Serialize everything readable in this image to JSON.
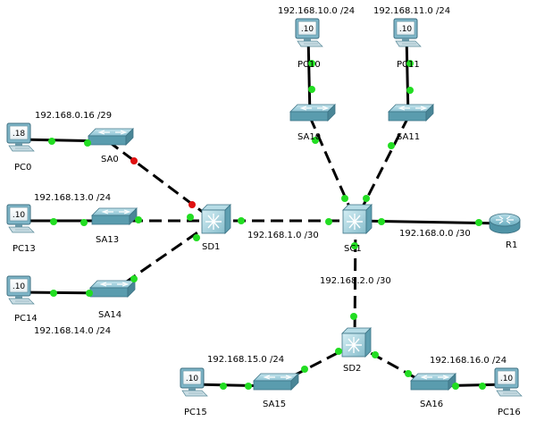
{
  "colors": {
    "link": "#000000",
    "port_up": "#22dd22",
    "port_down": "#e01010",
    "switch_top": "#9ed0dc",
    "switch_side": "#5a9cae",
    "router": "#6aaec0",
    "pc_body": "#7fb6c8"
  },
  "devices": {
    "PC0": {
      "label": "PC0",
      "screen": ".18"
    },
    "PC13": {
      "label": "PC13",
      "screen": ".10"
    },
    "PC14": {
      "label": "PC14",
      "screen": ".10"
    },
    "PC10": {
      "label": "PC10",
      "screen": ".10"
    },
    "PC11": {
      "label": "PC11",
      "screen": ".10"
    },
    "PC15": {
      "label": "PC15",
      "screen": ".10"
    },
    "PC16": {
      "label": "PC16",
      "screen": ".10"
    },
    "SA0": {
      "label": "SA0"
    },
    "SA13": {
      "label": "SA13"
    },
    "SA14": {
      "label": "SA14"
    },
    "SA10": {
      "label": "SA10"
    },
    "SA11": {
      "label": "SA11"
    },
    "SA15": {
      "label": "SA15"
    },
    "SA16": {
      "label": "SA16"
    },
    "SD1": {
      "label": "SD1"
    },
    "SC1": {
      "label": "SC1"
    },
    "SD2": {
      "label": "SD2"
    },
    "R1": {
      "label": "R1"
    }
  },
  "networks": {
    "n0": "192.168.0.16 /29",
    "n13": "192.168.13.0 /24",
    "n14": "192.168.14.0 /24",
    "n10": "192.168.10.0 /24",
    "n11": "192.168.11.0 /24",
    "n1": "192.168.1.0 /30",
    "n00": "192.168.0.0 /30",
    "n2": "192.168.2.0 /30",
    "n15": "192.168.15.0 /24",
    "n16": "192.168.16.0 /24"
  },
  "links": [
    {
      "from": "PC0",
      "to": "SA0",
      "style": "solid",
      "status": [
        "up",
        "up"
      ]
    },
    {
      "from": "SA0",
      "to": "SD1",
      "style": "dashed",
      "status": [
        "down",
        "down"
      ]
    },
    {
      "from": "PC13",
      "to": "SA13",
      "style": "solid",
      "status": [
        "up",
        "up"
      ]
    },
    {
      "from": "SA13",
      "to": "SD1",
      "style": "dashed",
      "status": [
        "up",
        "up"
      ]
    },
    {
      "from": "PC14",
      "to": "SA14",
      "style": "solid",
      "status": [
        "up",
        "up"
      ]
    },
    {
      "from": "SA14",
      "to": "SD1",
      "style": "dashed",
      "status": [
        "up",
        "up"
      ]
    },
    {
      "from": "SD1",
      "to": "SC1",
      "style": "dashed",
      "status": [
        "up",
        "up"
      ]
    },
    {
      "from": "PC10",
      "to": "SA10",
      "style": "solid",
      "status": [
        "up",
        "up"
      ]
    },
    {
      "from": "SA10",
      "to": "SC1",
      "style": "dashed",
      "status": [
        "up",
        "up"
      ]
    },
    {
      "from": "PC11",
      "to": "SA11",
      "style": "solid",
      "status": [
        "up",
        "up"
      ]
    },
    {
      "from": "SA11",
      "to": "SC1",
      "style": "dashed",
      "status": [
        "up",
        "up"
      ]
    },
    {
      "from": "SC1",
      "to": "R1",
      "style": "solid",
      "status": [
        "up",
        "up"
      ]
    },
    {
      "from": "SC1",
      "to": "SD2",
      "style": "dashed",
      "status": [
        "up",
        "up"
      ]
    },
    {
      "from": "SD2",
      "to": "SA15",
      "style": "dashed",
      "status": [
        "up",
        "up"
      ]
    },
    {
      "from": "PC15",
      "to": "SA15",
      "style": "solid",
      "status": [
        "up",
        "up"
      ]
    },
    {
      "from": "SD2",
      "to": "SA16",
      "style": "dashed",
      "status": [
        "up",
        "up"
      ]
    },
    {
      "from": "PC16",
      "to": "SA16",
      "style": "solid",
      "status": [
        "up",
        "up"
      ]
    }
  ]
}
